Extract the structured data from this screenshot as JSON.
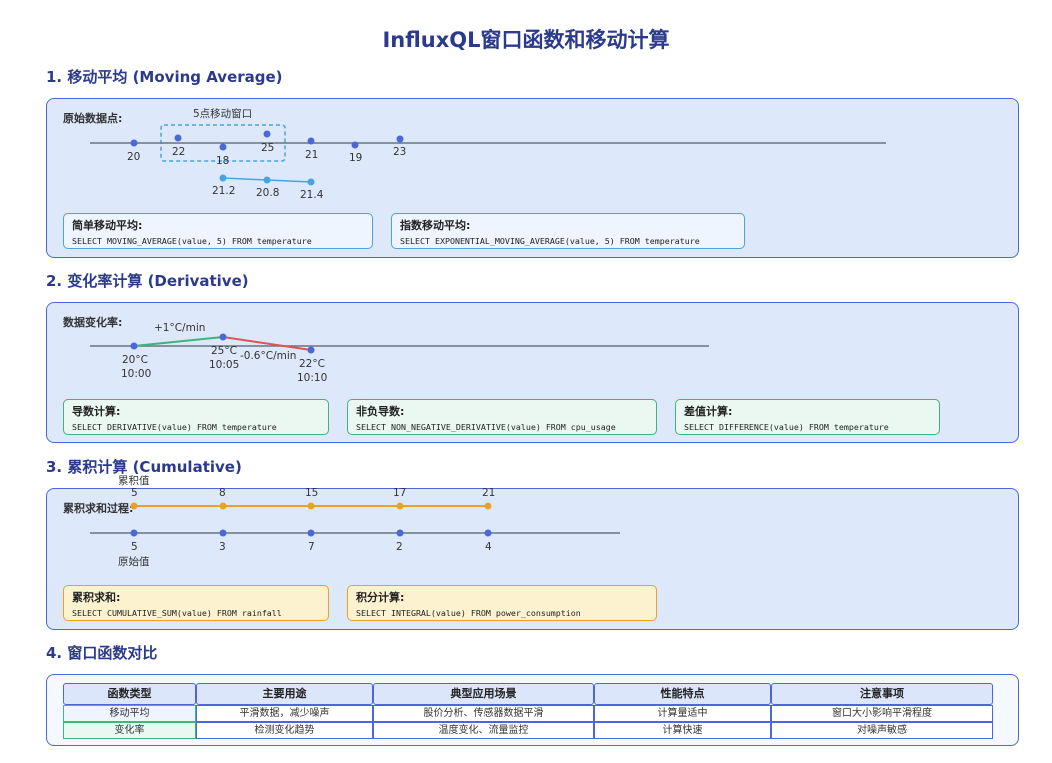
{
  "page_title": "InfluxQL窗口函数和移动计算",
  "sections": {
    "moving_avg": {
      "title": "1. 移动平均 (Moving Average)",
      "raw_label": "原始数据点:",
      "window_label": "5点移动窗口",
      "raw_values": [
        "20",
        "22",
        "18",
        "25",
        "21",
        "19",
        "23"
      ],
      "avg_values": [
        "21.2",
        "20.8",
        "21.4"
      ],
      "boxes": [
        {
          "title": "简单移动平均:",
          "code": "SELECT MOVING_AVERAGE(value, 5) FROM temperature"
        },
        {
          "title": "指数移动平均:",
          "code": "SELECT EXPONENTIAL_MOVING_AVERAGE(value, 5) FROM temperature"
        }
      ]
    },
    "derivative": {
      "title": "2. 变化率计算 (Derivative)",
      "label": "数据变化率:",
      "points": [
        {
          "value": "20°C",
          "time": "10:00"
        },
        {
          "value": "25°C",
          "time": "10:05"
        },
        {
          "value": "22°C",
          "time": "10:10"
        }
      ],
      "rates": [
        "+1°C/min",
        "-0.6°C/min"
      ],
      "colors": {
        "up": "#3fb37c",
        "down": "#e05353"
      },
      "boxes": [
        {
          "title": "导数计算:",
          "code": "SELECT DERIVATIVE(value) FROM temperature"
        },
        {
          "title": "非负导数:",
          "code": "SELECT NON_NEGATIVE_DERIVATIVE(value) FROM cpu_usage"
        },
        {
          "title": "差值计算:",
          "code": "SELECT DIFFERENCE(value) FROM temperature"
        }
      ]
    },
    "cumulative": {
      "title": "3. 累积计算 (Cumulative)",
      "label": "累积求和过程:",
      "cum_label": "累积值",
      "raw_label": "原始值",
      "cum_values": [
        "5",
        "8",
        "15",
        "17",
        "21"
      ],
      "raw_values": [
        "5",
        "3",
        "7",
        "2",
        "4"
      ],
      "boxes": [
        {
          "title": "累积求和:",
          "code": "SELECT CUMULATIVE_SUM(value) FROM rainfall"
        },
        {
          "title": "积分计算:",
          "code": "SELECT INTEGRAL(value) FROM power_consumption"
        }
      ]
    },
    "comparison": {
      "title": "4. 窗口函数对比",
      "headers": [
        "函数类型",
        "主要用途",
        "典型应用场景",
        "性能特点",
        "注意事项"
      ],
      "rows": [
        [
          "移动平均",
          "平滑数据，减少噪声",
          "股价分析、传感器数据平滑",
          "计算量适中",
          "窗口大小影响平滑程度"
        ],
        [
          "变化率",
          "检测变化趋势",
          "温度变化、流量监控",
          "计算快速",
          "对噪声敏感"
        ]
      ]
    }
  }
}
